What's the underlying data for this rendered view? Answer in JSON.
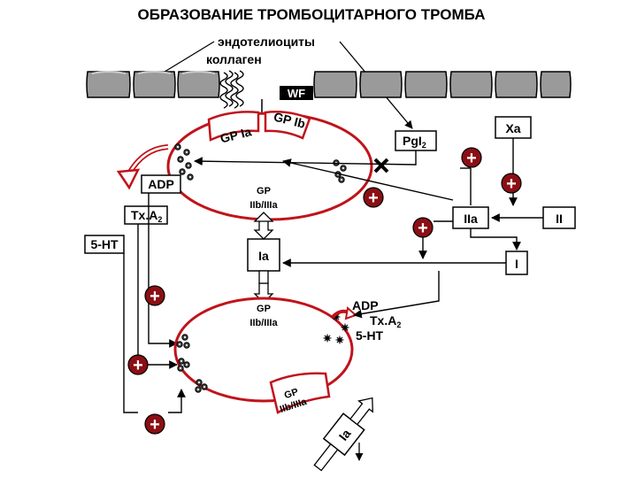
{
  "title": "ОБРАЗОВАНИЕ ТРОМБОЦИТАРНОГО ТРОМБА",
  "labels": {
    "endothelium": "эндотелиоциты",
    "collagen": "коллаген",
    "wf": "WF",
    "gp_ia": "GP Ia",
    "gp_ib": "GP Ib",
    "gp_iib_iiia_top_1": "GP",
    "gp_iib_iiia_top_2": "IIb/IIIa",
    "gp_iib_iiia_mid_1": "GP",
    "gp_iib_iiia_mid_2": "IIb/IIIa",
    "gp_iib_iiia_bot_1": "GP",
    "gp_iib_iiia_bot_2": "IIb/IIIa",
    "adp": "ADP",
    "txa2": "Tx.A",
    "txa2_sub": "2",
    "ht5": "5-HT",
    "ia_box": "Ia",
    "ia_rotated": "Ia",
    "pgi2": "PgI",
    "pgi2_sub": "2",
    "xa": "Xa",
    "iia": "IIa",
    "ii": "II",
    "i": "I",
    "release_adp": "ADP",
    "release_txa2": "Tx.A",
    "release_txa2_sub": "2",
    "release_5ht": "5-HT",
    "plus": "+"
  },
  "colors": {
    "accent": "#c0131b",
    "ink": "#000000",
    "endothelium_fill": "#9a9a9a",
    "plus_fill": "#8b0f14"
  }
}
